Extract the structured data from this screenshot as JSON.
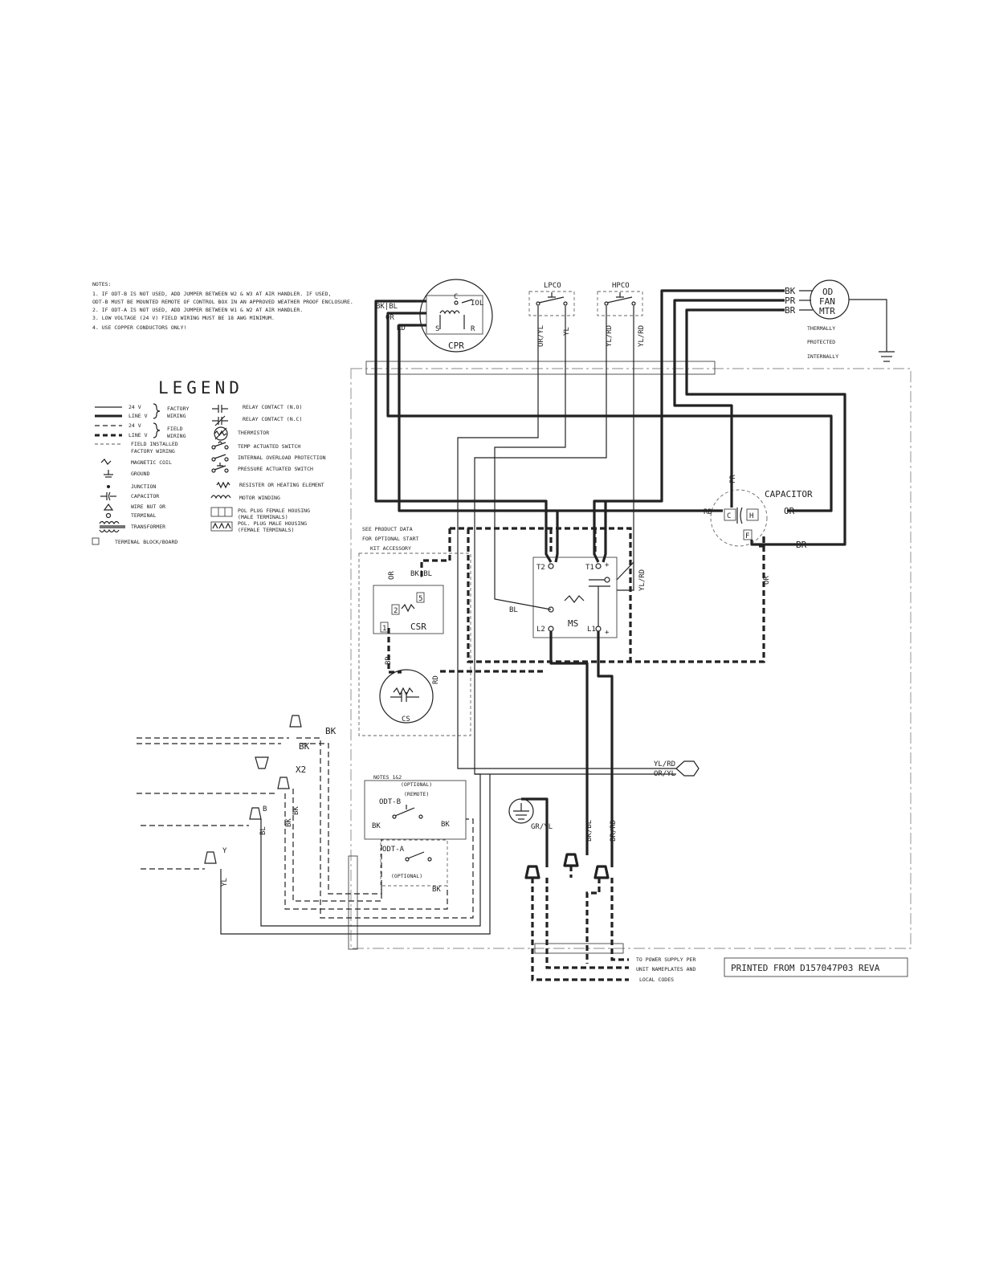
{
  "notes": {
    "title": "NOTES:",
    "lines": [
      "1.  IF ODT-B IS NOT USED, ADD JUMPER BETWEEN W2 & W3 AT AIR HANDLER. IF USED,",
      "    ODT-B MUST BE MOUNTED REMOTE OF CONTROL BOX IN AN APPROVED WEATHER PROOF ENCLOSURE.",
      "2.  IF ODT-A IS NOT USED, ADD JUMPER BETWEEN W1 & W2 AT AIR HANDLER.",
      "3.  LOW VOLTAGE (24 V) FIELD WIRING MUST BE 18 AWG MINIMUM.",
      "4.  USE COPPER CONDUCTORS ONLY!"
    ]
  },
  "legend": {
    "title": "LEGEND",
    "left": [
      {
        "icon": "24v-line-v-solid",
        "label": "24 V"
      },
      {
        "icon": "24v-line-v-solid",
        "label": "LINE V"
      },
      {
        "icon": "24v-line-v-dashed",
        "label": "24 V"
      },
      {
        "icon": "24v-line-v-dashed",
        "label": "LINE V"
      },
      {
        "icon": "field-installed",
        "label": "FIELD INSTALLED"
      },
      {
        "icon": "field-installed",
        "label": "FACTORY WIRING"
      },
      {
        "icon": "magnetic-coil",
        "label": "MAGNETIC COIL"
      },
      {
        "icon": "ground",
        "label": "GROUND"
      },
      {
        "icon": "junction",
        "label": "JUNCTION"
      },
      {
        "icon": "capacitor",
        "label": "CAPACITOR"
      },
      {
        "icon": "wire-nut",
        "label": "WIRE NUT OR"
      },
      {
        "icon": "wire-nut",
        "label": "TERMINAL"
      },
      {
        "icon": "transformer",
        "label": "TRANSFORMER"
      },
      {
        "icon": "terminal-block",
        "label": "TERMINAL BLOCK/BOARD"
      }
    ],
    "factory_wiring_1": "FACTORY",
    "factory_wiring_2": "WIRING",
    "field_wiring_1": "FIELD",
    "field_wiring_2": "WIRING",
    "right": [
      "RELAY CONTACT (N.O)",
      "RELAY CONTACT (N.C)",
      "THERMISTOR",
      "TEMP ACTUATED SWITCH",
      "INTERNAL OVERLOAD PROTECTION",
      "PRESSURE ACTUATED SWITCH",
      "RESISTER OR HEATING ELEMENT",
      "MOTOR WINDING",
      "POL PLUG FEMALE HOUSING",
      "(MALE TERMINALS)",
      "POL. PLUG MALE HOUSING",
      "(FEMALE TERMINALS)"
    ]
  },
  "components": {
    "cpr": {
      "label": "CPR",
      "c": "C",
      "s": "S",
      "r": "R",
      "iol": "IOL"
    },
    "lpco": "LPCO",
    "hpco": "HPCO",
    "fan": {
      "l1": "OD",
      "l2": "FAN",
      "l3": "MTR",
      "note1": "THERMALLY",
      "note2": "PROTECTED",
      "note3": "INTERNALLY"
    },
    "capacitor": {
      "label": "CAPACITOR",
      "c": "C",
      "h": "H",
      "f": "F"
    },
    "ms": {
      "label": "MS",
      "t1": "T1",
      "t2": "T2",
      "l1": "L1",
      "l2": "L2"
    },
    "csr": {
      "label": "CSR",
      "p1": "1",
      "p2": "2",
      "p5": "5"
    },
    "cs": "CS",
    "start_kit": [
      "SEE PRODUCT DATA",
      "FOR OPTIONAL START",
      "KIT ACCESSORY"
    ],
    "odt": {
      "notes": "NOTES 1&2",
      "optional_remote_1": "(OPTIONAL)",
      "optional_remote_2": "(REMOTE)",
      "odt_b": "ODT-B",
      "odt_a": "ODT-A",
      "optional": "(OPTIONAL)"
    },
    "power_supply": [
      "TO POWER SUPPLY PER",
      "UNIT NAMEPLATES AND",
      "LOCAL CODES"
    ],
    "printed_from": "PRINTED FROM D157047P03 REVA"
  },
  "wire_labels": {
    "bk": "BK",
    "bkbl": "BK|BL",
    "or": "OR",
    "rd": "RD",
    "pr": "PR",
    "br": "BR",
    "bl": "BL",
    "yl": "YL",
    "or_yl": "OR/YL",
    "yl_rd": "YL/RD",
    "bk_bl": "BK/BL",
    "br_rd": "BR/RD",
    "gr_yl": "GR/YL",
    "x2": "X2",
    "b": "B",
    "y": "Y"
  }
}
